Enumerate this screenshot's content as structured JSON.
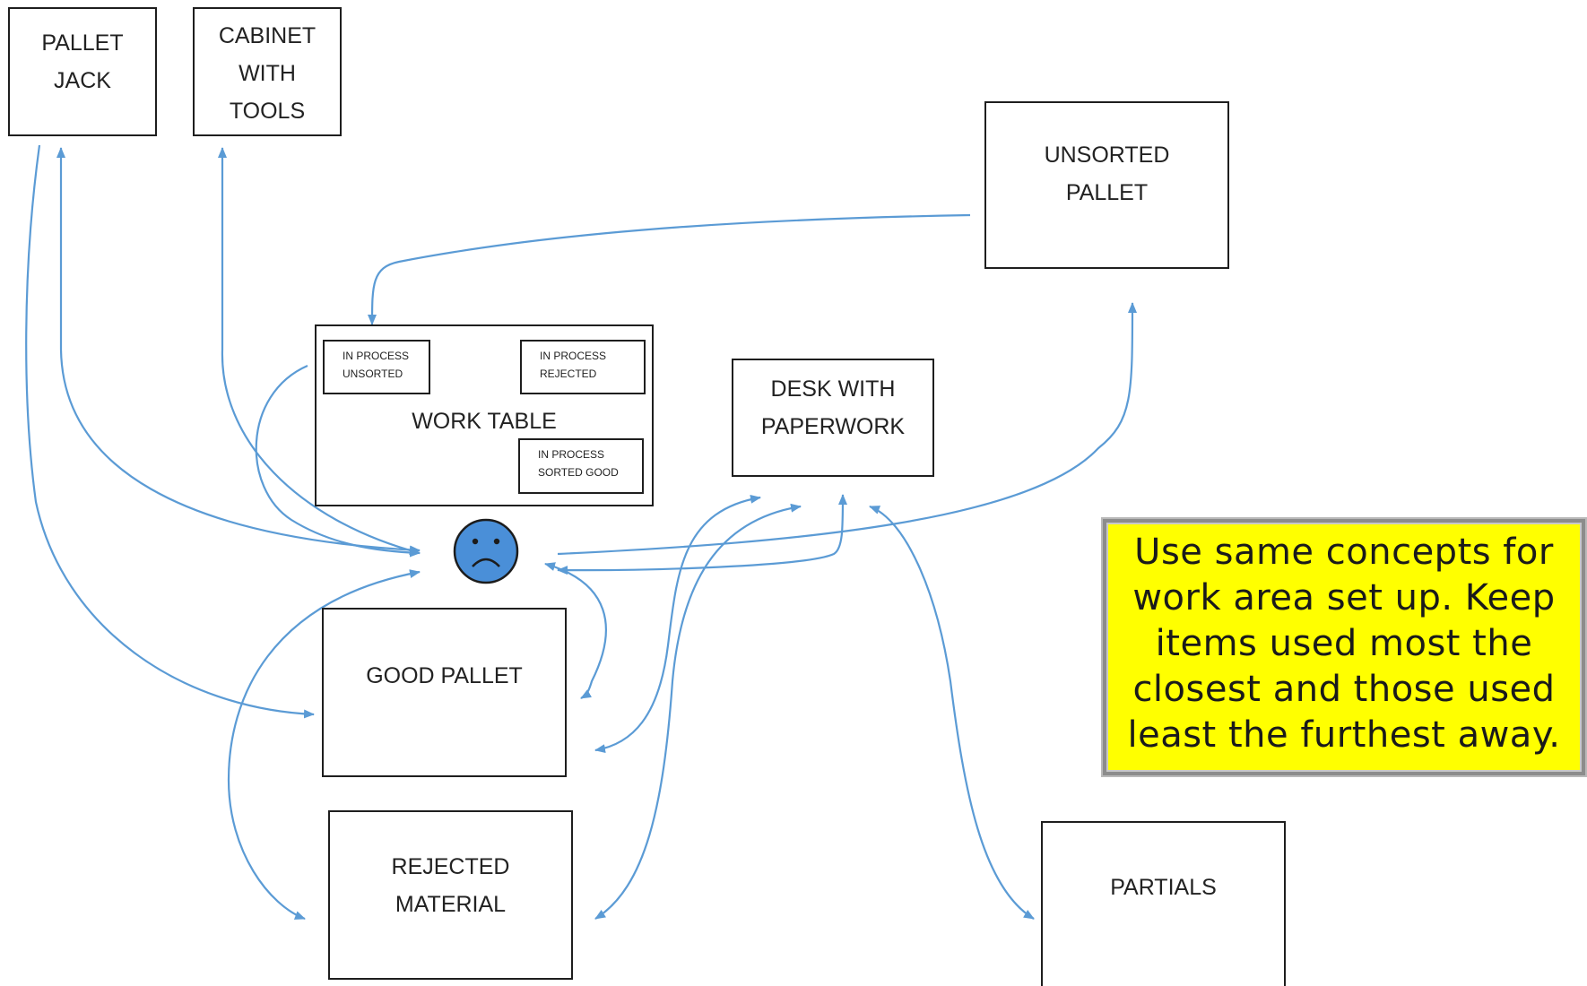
{
  "diagram": {
    "nodes": {
      "pallet_jack": "PALLET\nJACK",
      "cabinet": "CABINET\nWITH\nTOOLS",
      "unsorted_pallet": "UNSORTED\nPALLET",
      "work_table": "WORK TABLE",
      "in_process_unsorted": "IN PROCESS\nUNSORTED",
      "in_process_rejected": "IN PROCESS\nREJECTED",
      "in_process_sorted_good": "IN PROCESS\nSORTED GOOD",
      "desk": "DESK WITH\nPAPERWORK",
      "good_pallet": "GOOD PALLET",
      "rejected_material": "REJECTED\nMATERIAL",
      "partials": "PARTIALS"
    },
    "note": "Use same concepts for work area set up.  Keep items used most the closest and those used least the furthest away.",
    "worker_icon": "sad-face-icon",
    "colors": {
      "arrow": "#5b9bd5",
      "note_fill": "#ffff00",
      "face_fill": "#4a8fd8"
    }
  }
}
